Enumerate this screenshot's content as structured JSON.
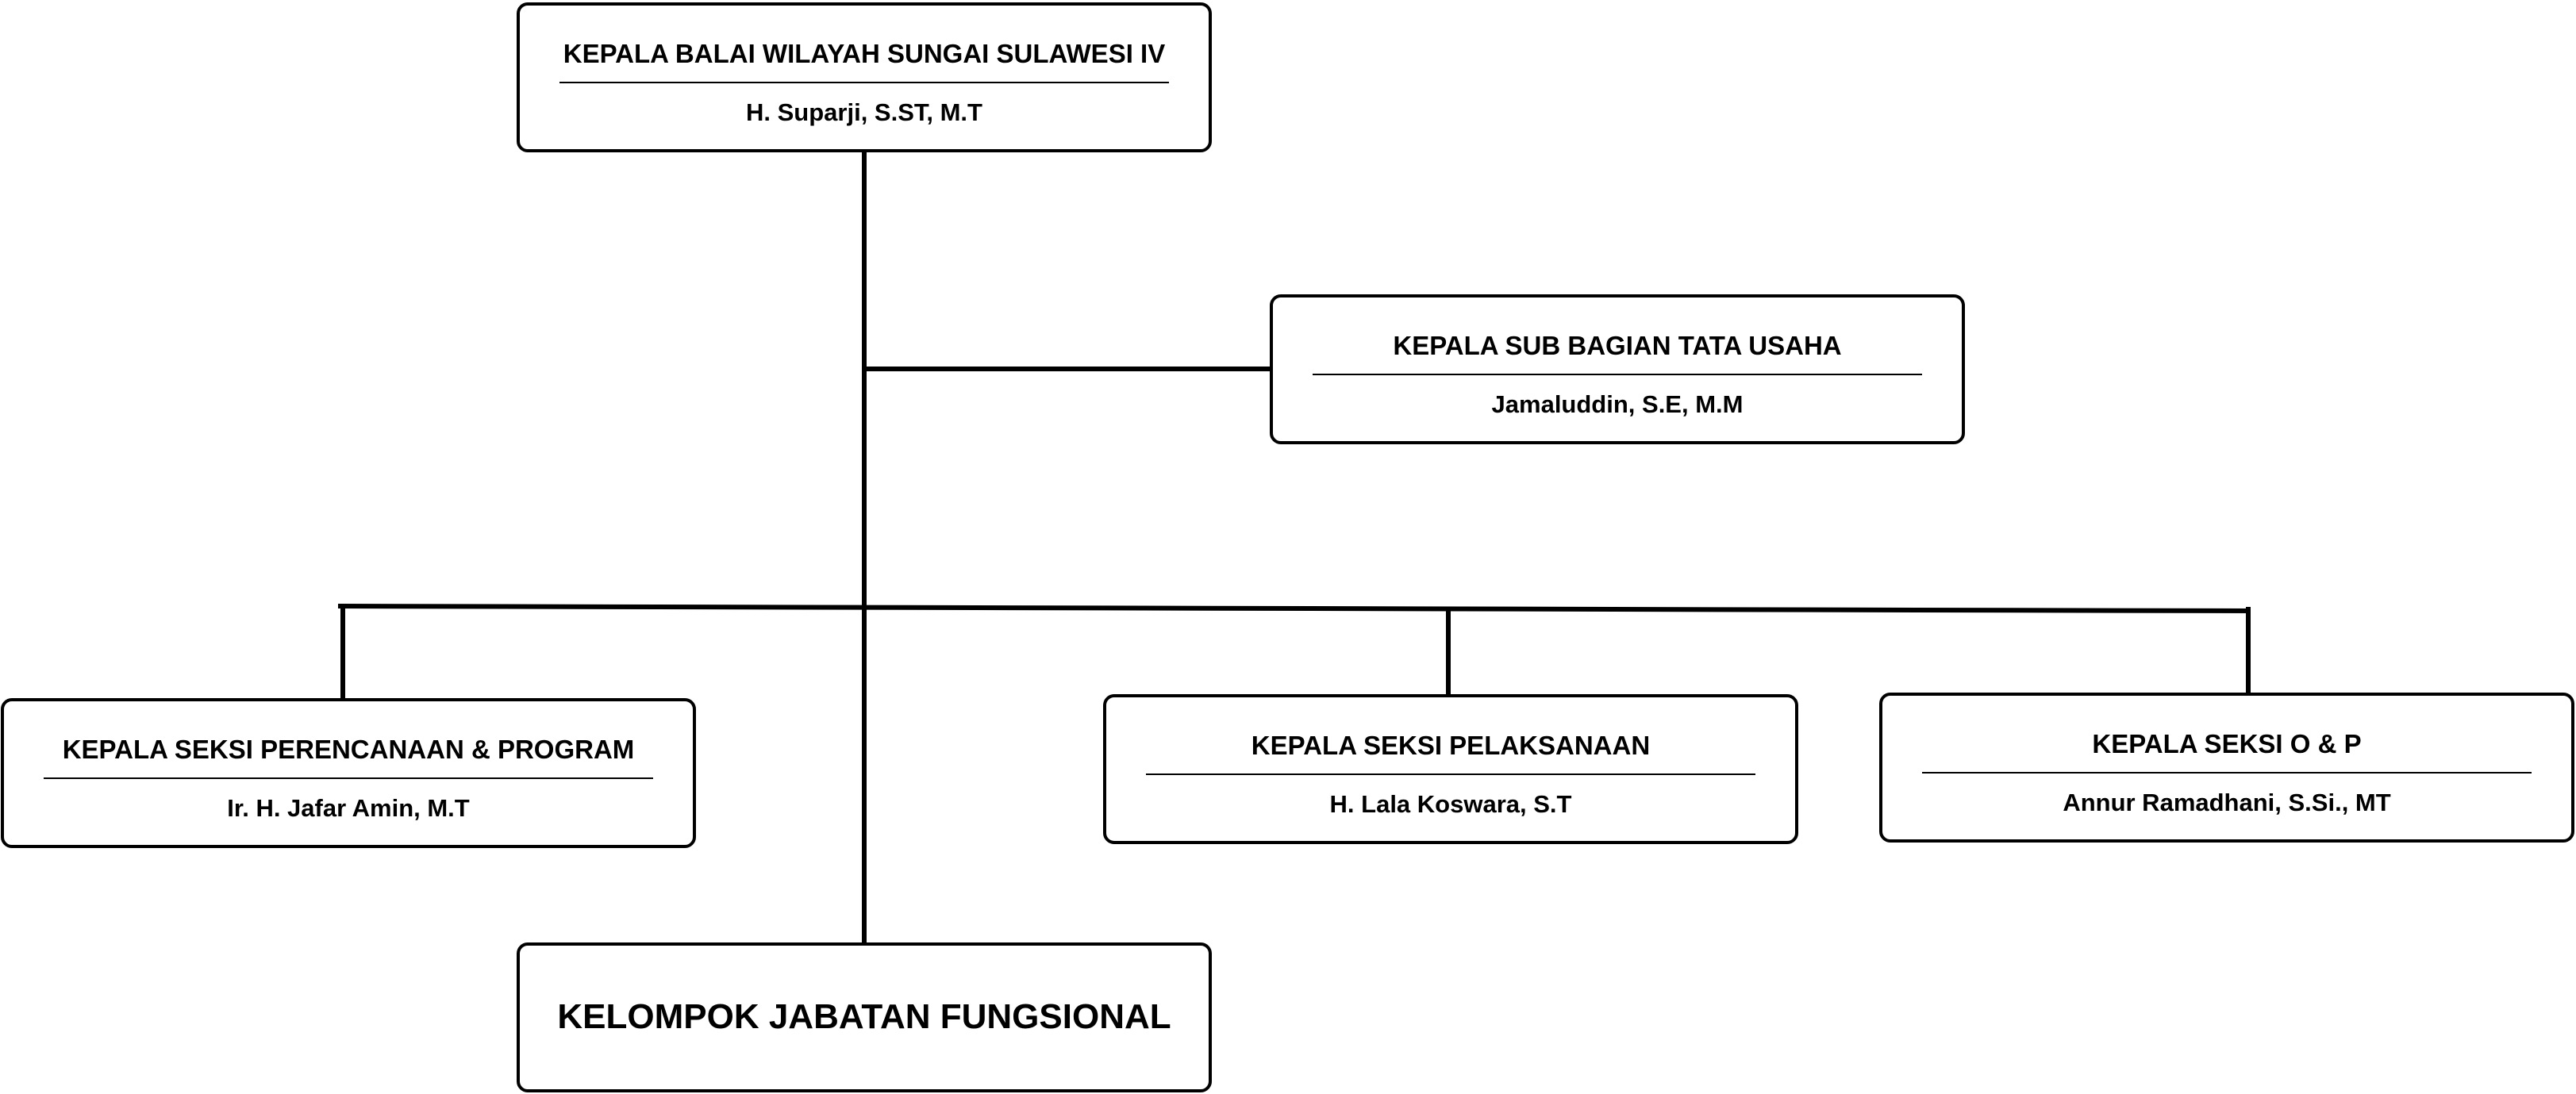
{
  "head": {
    "title": "KEPALA BALAI WILAYAH SUNGAI SULAWESI IV",
    "name": "H. Suparji, S.ST, M.T"
  },
  "sub_bagian": {
    "title": "KEPALA SUB BAGIAN TATA USAHA",
    "name": "Jamaluddin, S.E, M.M"
  },
  "seksi_perencanaan": {
    "title": "KEPALA SEKSI PERENCANAAN & PROGRAM",
    "name": "Ir. H. Jafar Amin, M.T"
  },
  "seksi_pelaksanaan": {
    "title": "KEPALA SEKSI PELAKSANAAN",
    "name": "H. Lala Koswara, S.T"
  },
  "seksi_op": {
    "title": "KEPALA SEKSI O & P",
    "name": "Annur Ramadhani, S.Si., MT"
  },
  "fungsional": {
    "title": "KELOMPOK JABATAN FUNGSIONAL"
  }
}
